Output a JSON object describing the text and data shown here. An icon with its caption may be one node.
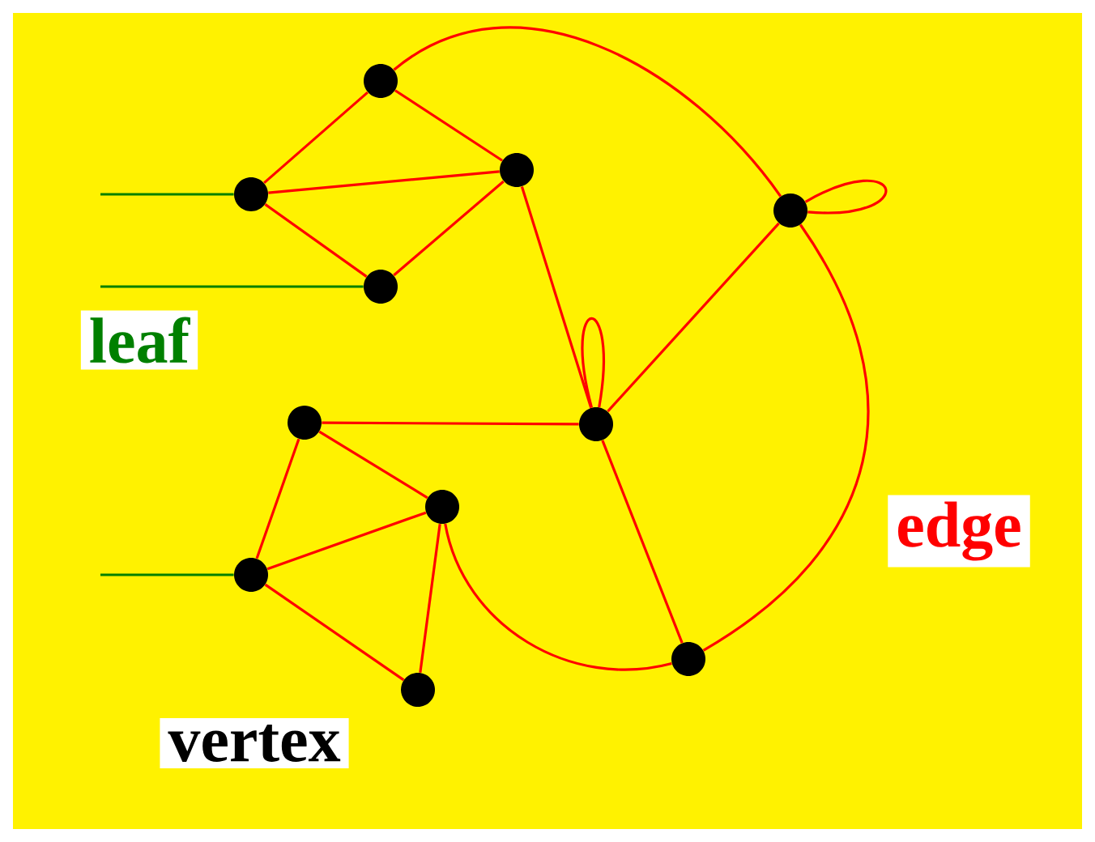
{
  "diagram": {
    "nodes": [
      {
        "text": [],
        "shape": "circle"
      },
      {
        "text": [],
        "shape": "circle"
      },
      {
        "text": [],
        "shape": "circle"
      },
      {
        "text": [],
        "shape": "circle"
      },
      {
        "text": [],
        "shape": "circle"
      },
      {
        "text": [],
        "shape": "circle"
      },
      {
        "text": [],
        "shape": "circle"
      },
      {
        "text": [],
        "shape": "circle"
      },
      {
        "text": [],
        "shape": "circle"
      },
      {
        "text": [],
        "shape": "circle"
      },
      {
        "text": [],
        "shape": "circle"
      }
    ],
    "edges": [
      {
        "from": 0,
        "to": 1,
        "arrow": "none"
      },
      {
        "from": 0,
        "to": 2,
        "arrow": "none"
      },
      {
        "from": 1,
        "to": 2,
        "arrow": "none"
      },
      {
        "from": 1,
        "to": 3,
        "arrow": "none"
      },
      {
        "from": 3,
        "to": 2,
        "arrow": "none"
      },
      {
        "from": 0,
        "to": 4,
        "arrow": "none"
      },
      {
        "from": 4,
        "to": 4,
        "arrow": "none"
      },
      {
        "from": 2,
        "to": 5,
        "arrow": "none"
      },
      {
        "from": 5,
        "to": 5,
        "arrow": "none"
      },
      {
        "from": 5,
        "to": 4,
        "arrow": "none"
      },
      {
        "from": 6,
        "to": 5,
        "arrow": "none"
      },
      {
        "from": 6,
        "to": 7,
        "arrow": "none"
      },
      {
        "from": 6,
        "to": 8,
        "arrow": "none"
      },
      {
        "from": 8,
        "to": 7,
        "arrow": "none"
      },
      {
        "from": 8,
        "to": 9,
        "arrow": "none"
      },
      {
        "from": 7,
        "to": 9,
        "arrow": "none"
      },
      {
        "from": 7,
        "to": 10,
        "arrow": "none"
      },
      {
        "from": 5,
        "to": 10,
        "arrow": "none"
      },
      {
        "from": 4,
        "to": 10,
        "arrow": "none"
      },
      {
        "from": null,
        "to": 1,
        "arrow": "none",
        "color": "#008000"
      },
      {
        "from": null,
        "to": 3,
        "arrow": "none",
        "color": "#008000"
      },
      {
        "from": null,
        "to": 8,
        "arrow": "none",
        "color": "#008000"
      }
    ],
    "labels": [
      "leaf",
      "edge",
      "vertex"
    ]
  }
}
